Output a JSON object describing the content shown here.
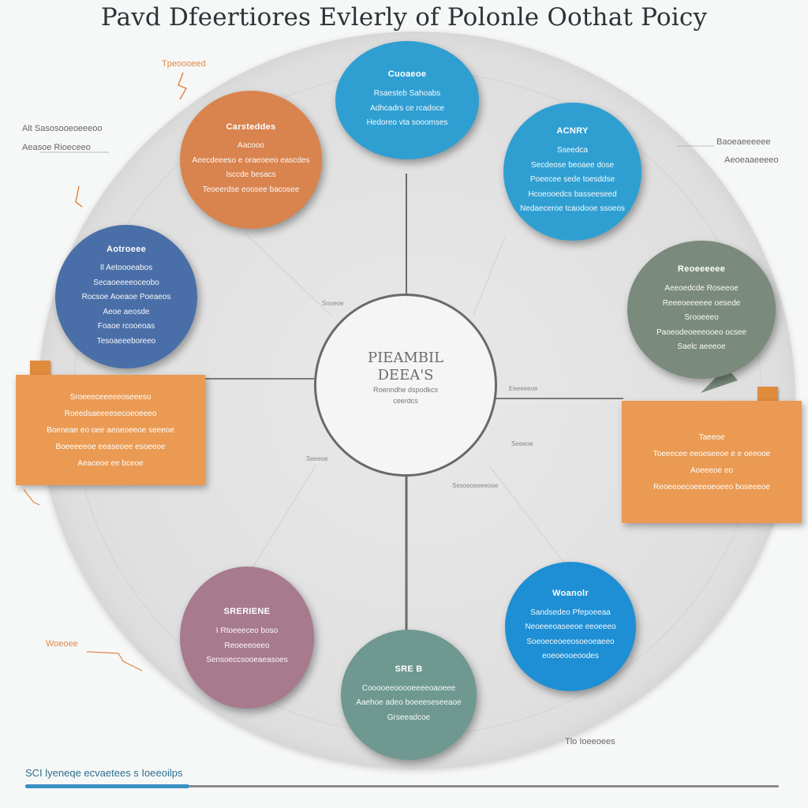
{
  "title": "Pavd Dfeertiores Evlerly of Polonle Oothat Poicy",
  "colors": {
    "orange": "#d9834e",
    "blue": "#2f9fd2",
    "navy": "#4a6fa8",
    "sage": "#7a8a7c",
    "mauve": "#a87a8e",
    "teal": "#6e9890",
    "box_orange": "#ea9a52",
    "ring": "#dedede"
  },
  "center": {
    "title_line1": "PIEAMBIL",
    "title_line2": "DEEA'S",
    "sub_line1": "Roenndhe dspodkcs",
    "sub_line2": "ceerdcs"
  },
  "nodes": {
    "top": {
      "heading": "Cuoaeoe",
      "lines": [
        "Rsaesteb Sahoabs",
        "Adhcadrs ce rcadoce",
        "Hedoreo vta sooomses"
      ]
    },
    "top_left": {
      "heading": "Carsteddes",
      "lines": [
        "Aacooo",
        "Aeecdeeeso e oraeoeeo eascdes",
        "Isccde besacs",
        "Teoeerdse eoosee bacosee"
      ]
    },
    "top_right": {
      "heading": "ACNRY",
      "lines": [
        "Sseedca",
        "Secdeose beoaee dose",
        "Poeecee sede toesddse",
        "Hcoeooedcs basseeseed",
        "Nedaeceroe tcaodooe ssoeos"
      ]
    },
    "left": {
      "heading": "Aotroeee",
      "lines": [
        "Il Aetoooeabos",
        "Secaoeeeeoceobo",
        "Rocsoe Aoeaoe Poeaeos",
        "Aeoe aeosde",
        "Foaoe rcooeoas",
        "Tesoaeeeboreeo"
      ]
    },
    "right": {
      "heading": "Reoeeeeee",
      "lines": [
        "Aeeoedcde Roseeoe",
        "Reeeoeeeeee oesede",
        "Srooeeeo",
        "Paoeodeoeeeooeo ocsee",
        "Saelc aeeeoe"
      ]
    },
    "bottom_left": {
      "heading": "SRERIENE",
      "lines": [
        "I Rtoeeeceo boso",
        "Reoeeeoeeo",
        "Sensoeccsooeaeasoes"
      ]
    },
    "bottom": {
      "heading": "SRE B",
      "lines": [
        "Cooooeeooooeeeeoaoeee",
        "Aaehoe adeo boeeeseseeaoe",
        "Grseeadcoe"
      ]
    },
    "bottom_right": {
      "heading": "Woanolr",
      "lines": [
        "Sandsedeo Pfepoeeaa",
        "Neoeeeoaseeoe eeoeeeo",
        "Soeoeceoeeosoeoeaeeo",
        "eoeoeooeoodes"
      ]
    }
  },
  "boxes": {
    "left": {
      "lines": [
        "Sroeeeceeeeeoseeeso",
        "Roeedsaeeeesecoeoeeeo",
        "Boeneae eo oee aeoeoeeoe seeeoe",
        "Boeeeeeoe eeaseoee esoeeoe",
        "Aeaceoe ee bceoe"
      ]
    },
    "right": {
      "lines": [
        "Taeeoe",
        "Toeeecee eeoeseeoe e e oeeooe",
        "Aoeeeoe eo",
        "Reoeeoecoeeeoeoeeo boseeeoe"
      ]
    }
  },
  "side_labels": {
    "top_left_orange": "Tpeoooeed",
    "left_1": "Alt Sasosooeoeeeoo",
    "left_2": "Aeasoe Rioeceeo",
    "right_1": "Baoeaeeeeee",
    "right_2": "Aeoeaaeeeeo",
    "bottom_left_orange": "Woeoee",
    "bottom_right": "Tlo Ioeeoees"
  },
  "small_labels": {
    "s1": "Sooeoe",
    "s2": "Eeeeeeoe",
    "s3": "Seeeoe",
    "s4": "Seeeoe",
    "s5": "Sesoeoeeeeooe"
  },
  "footer": {
    "text": "SCI lyeneqe ecvaetees s Ioeeoilps"
  }
}
